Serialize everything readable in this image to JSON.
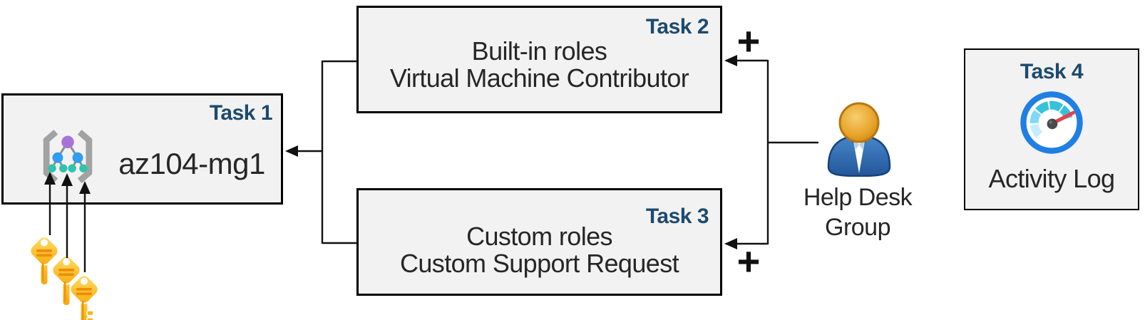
{
  "task1": {
    "label": "Task 1",
    "title": "az104-mg1",
    "icon": "management-group-icon"
  },
  "task2": {
    "label": "Task 2",
    "lines": [
      "Built-in roles",
      "Virtual Machine Contributor"
    ]
  },
  "task3": {
    "label": "Task 3",
    "lines": [
      "Custom roles",
      "Custom Support Request"
    ]
  },
  "task4": {
    "label": "Task 4",
    "title": "Activity Log",
    "icon": "gauge-icon"
  },
  "actor": {
    "name_line1": "Help Desk",
    "name_line2": "Group",
    "icon": "person-icon"
  },
  "annotations": {
    "plus": "+"
  },
  "icons": {
    "task1_box": "management-group-icon",
    "bottom_left": "keys-icon",
    "actor": "person-icon",
    "task4_box": "gauge-icon"
  },
  "colors": {
    "box_fill": "#f2f2f2",
    "box_border": "#000000",
    "task_label": "#1c4a6e",
    "text": "#262626",
    "connector": "#111111",
    "plus": "#111111",
    "key_yellow": "#fcb813",
    "key_stripe_orange": "#f08c00",
    "person_body_blue": "#2e6db4",
    "person_head_gold": "#e8a62e",
    "gauge_ring_blue": "#1f7fe3",
    "gauge_segment_teal": "#35c1d8",
    "gauge_needle_red": "#e8404a",
    "mg_node_purple": "#a873d9",
    "mg_node_blue": "#2f9df1",
    "mg_node_teal": "#2fc2ad"
  }
}
